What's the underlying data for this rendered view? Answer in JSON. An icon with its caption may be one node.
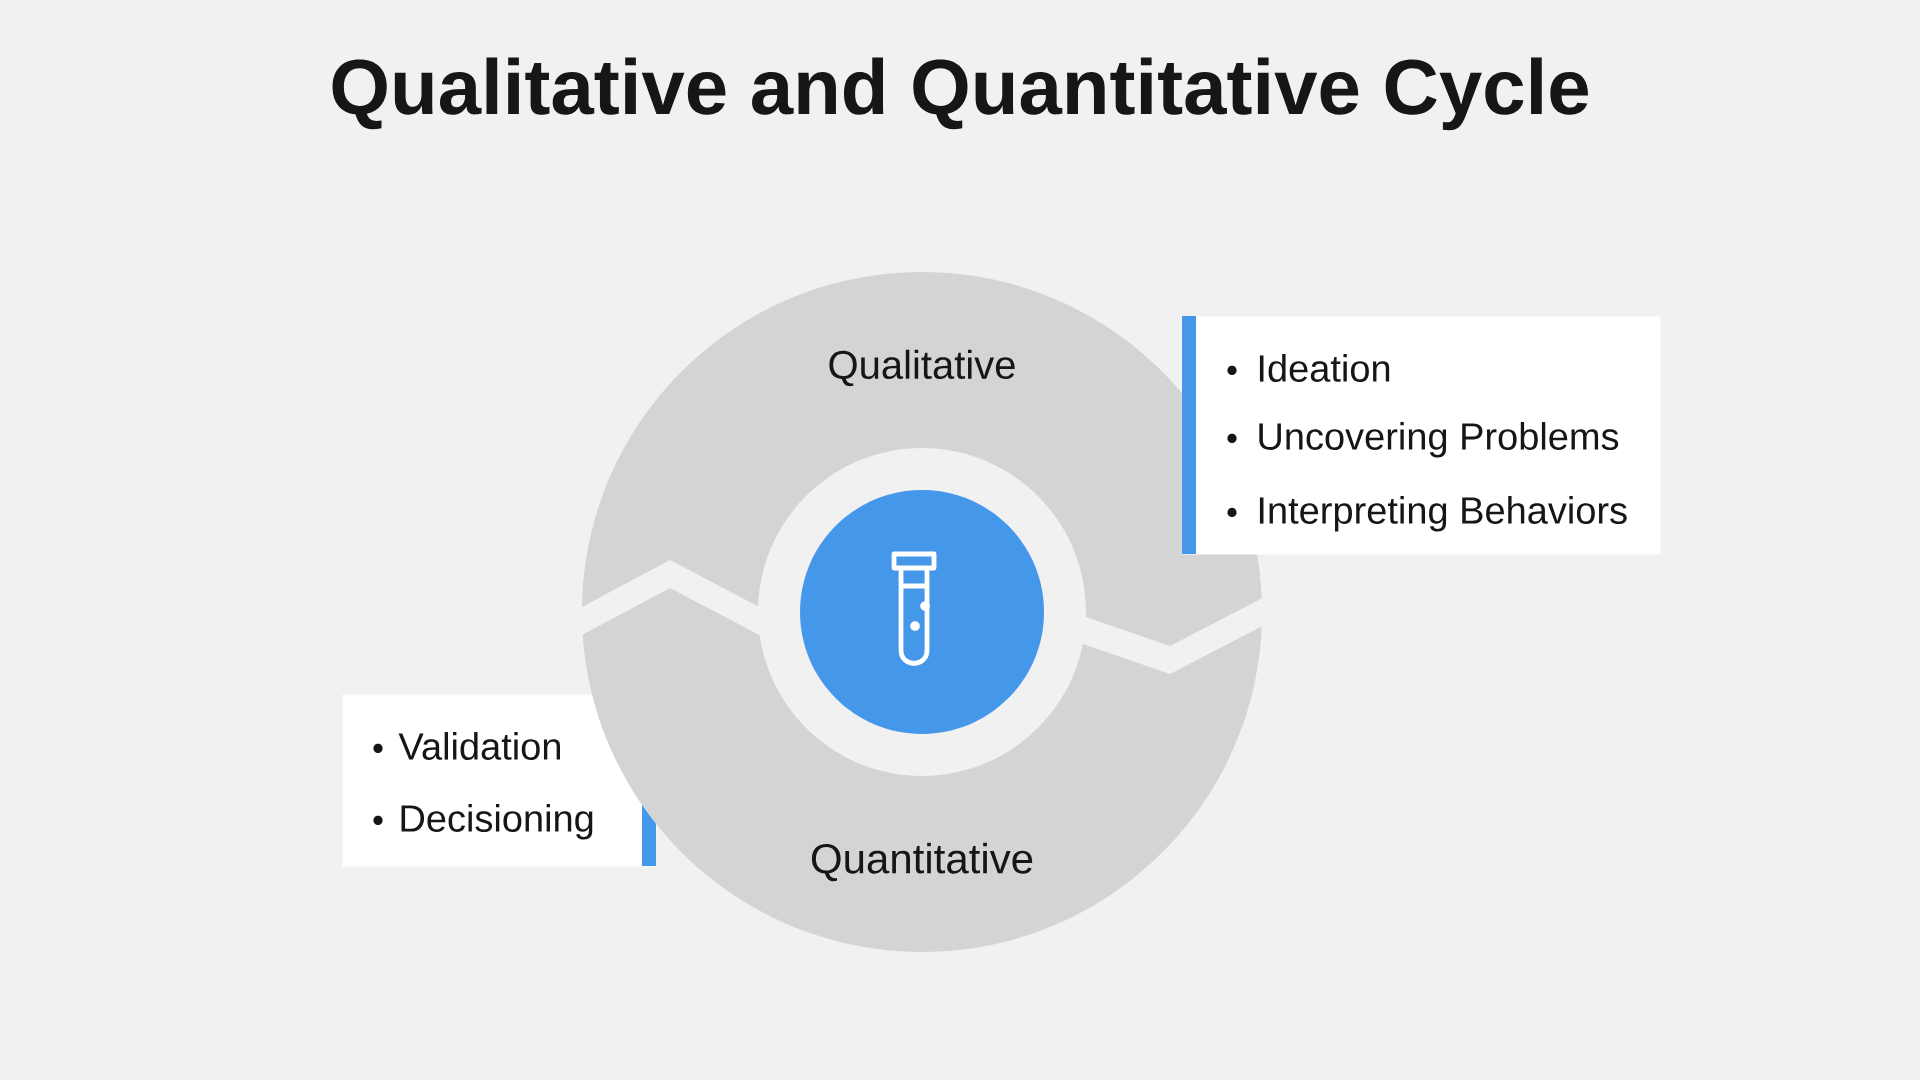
{
  "diagram": {
    "title": "Qualitative and Quantitative Cycle",
    "nodes": [
      {
        "text": [
          "Qualitative"
        ]
      },
      {
        "text": [
          "Ideation",
          "Uncovering Problems",
          "Interpreting Behaviors"
        ]
      },
      {
        "text": [],
        "shape": "circle"
      },
      {
        "text": [
          "Validation",
          "Decisioning"
        ]
      },
      {
        "text": [
          "Quantitative"
        ]
      }
    ]
  }
}
